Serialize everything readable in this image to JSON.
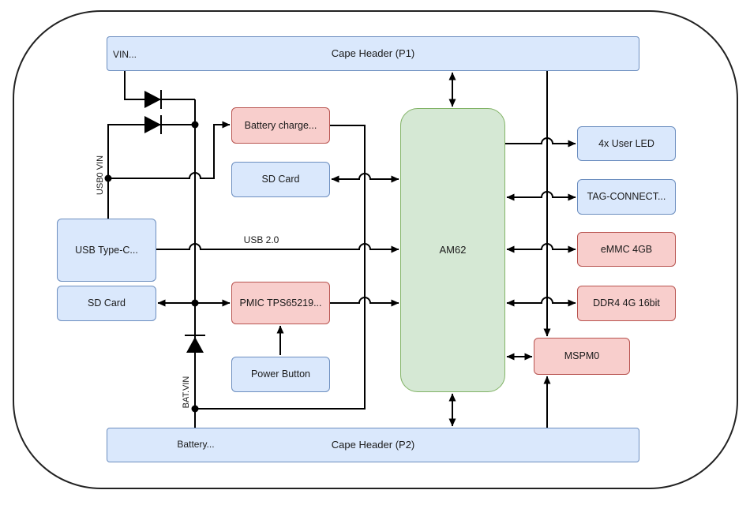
{
  "diagram": {
    "title_p1": "Cape Header (P1)",
    "title_p2": "Cape Header (P2)",
    "labels": {
      "vin": "VIN...",
      "usb0_vin": "USB0 VIN",
      "usb2": "USB 2.0",
      "bat_vin": "BAT.VIN",
      "battery": "Battery..."
    },
    "nodes": {
      "usb_type_c": "USB Type-C...",
      "sd_card_left": "SD Card",
      "battery_charger": "Battery charge...",
      "sd_card_mid": "SD Card",
      "pmic": "PMIC TPS65219...",
      "power_button": "Power Button",
      "am62": "AM62",
      "user_led": "4x User LED",
      "tag_connect": "TAG-CONNECT...",
      "emmc": "eMMC 4GB",
      "ddr4": "DDR4 4G 16bit",
      "mspm0": "MSPM0"
    },
    "colors": {
      "blue_fill": "#dae8fc",
      "blue_stroke": "#6c8ebf",
      "red_fill": "#f8cecc",
      "red_stroke": "#b85450",
      "green_fill": "#d5e8d4",
      "green_stroke": "#82b366",
      "line": "#000000",
      "text": "#1a1a1a",
      "background": "#ffffff"
    }
  }
}
